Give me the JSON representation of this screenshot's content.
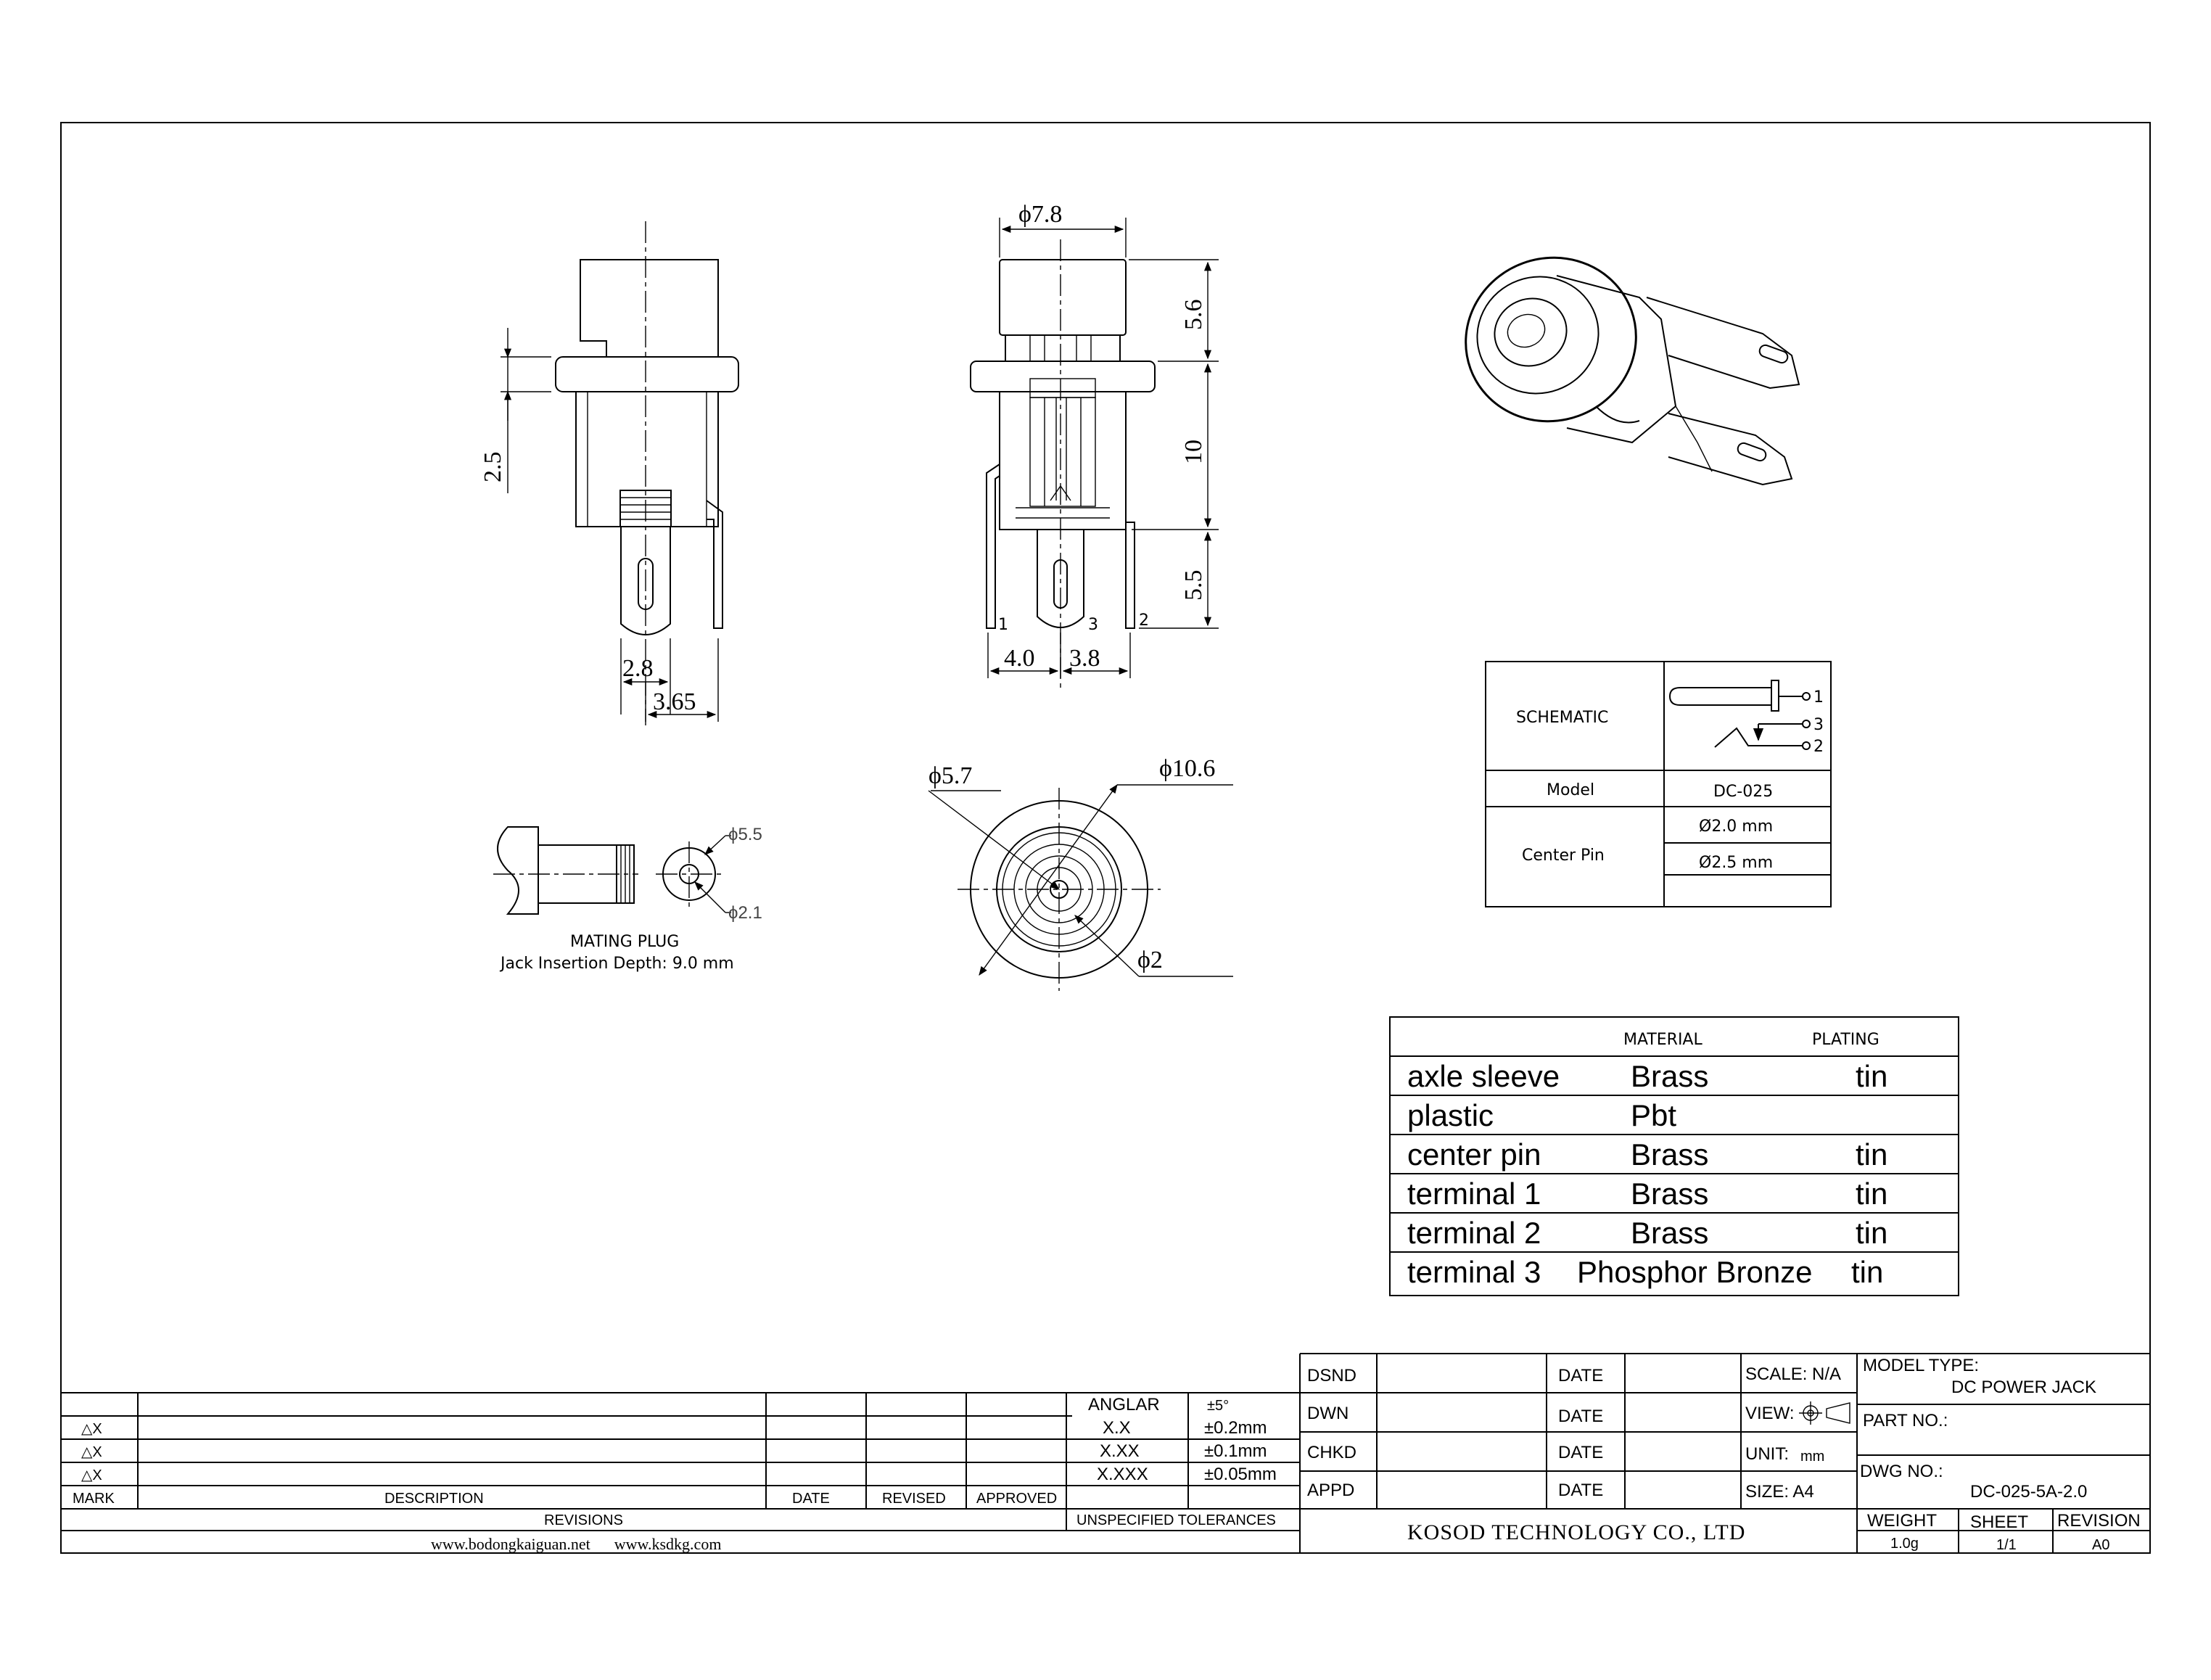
{
  "views": {
    "side": {
      "dim_flange": "2.5",
      "dim_pin_width": "2.8",
      "dim_pin_offset": "3.65"
    },
    "front": {
      "dim_diameter": "ϕ7.8",
      "dim_top": "5.6",
      "dim_body": "10",
      "dim_pins": "5.5",
      "dim_left_spacing": "4.0",
      "dim_right_spacing": "3.8",
      "pin_labels": [
        "1",
        "3",
        "2"
      ]
    },
    "bottom": {
      "dim_inner": "ϕ5.7",
      "dim_outer": "ϕ10.6",
      "dim_pin": "ϕ2"
    },
    "mating_plug": {
      "dim_outer": "ϕ5.5",
      "dim_inner": "ϕ2.1",
      "title": "MATING PLUG",
      "note": "Jack Insertion Depth: 9.0 mm"
    }
  },
  "schematic_table": {
    "schematic_label": "SCHEMATIC",
    "pin_numbers": [
      "1",
      "3",
      "2"
    ],
    "model_label": "Model",
    "model_value": "DC-025",
    "center_pin_label": "Center Pin",
    "center_pin_values": [
      "Ø2.0 mm",
      "Ø2.5 mm",
      ""
    ]
  },
  "material_table": {
    "headers": {
      "material": "MATERIAL",
      "plating": "PLATING"
    },
    "rows": [
      {
        "part": "axle sleeve",
        "material": "Brass",
        "plating": "tin"
      },
      {
        "part": "plastic",
        "material": "Pbt",
        "plating": ""
      },
      {
        "part": "center pin",
        "material": "Brass",
        "plating": "tin"
      },
      {
        "part": "terminal 1",
        "material": "Brass",
        "plating": "tin"
      },
      {
        "part": "terminal 2",
        "material": "Brass",
        "plating": "tin"
      },
      {
        "part": "terminal 3",
        "material": "Phosphor Bronze",
        "plating": "tin"
      }
    ]
  },
  "revision_block": {
    "marks": [
      "△X",
      "△X",
      "△X"
    ],
    "headers": {
      "mark": "MARK",
      "description": "DESCRIPTION",
      "date": "DATE",
      "revised": "REVISED",
      "approved": "APPROVED"
    },
    "revisions_label": "REVISIONS",
    "websites": "www.bodongkaiguan.net      www.ksdkg.com"
  },
  "tolerances": {
    "rows": [
      {
        "label": "ANGLAR",
        "value": "±5°"
      },
      {
        "label": "X.X",
        "value": "±0.2mm"
      },
      {
        "label": "X.XX",
        "value": "±0.1mm"
      },
      {
        "label": "X.XXX",
        "value": "±0.05mm"
      }
    ],
    "caption": "UNSPECIFIED TOLERANCES"
  },
  "title_block": {
    "roles": [
      "DSND",
      "DWN",
      "CHKD",
      "APPD"
    ],
    "date_label": "DATE",
    "scale": "SCALE: N/A",
    "view": "VIEW:",
    "unit_label": "UNIT:",
    "unit_value": "mm",
    "size": "SIZE: A4",
    "model_type_label": "MODEL TYPE:",
    "model_type_value": "DC POWER JACK",
    "part_no_label": "PART NO.:",
    "dwg_no_label": "DWG NO.:",
    "dwg_no_value": "DC-025-5A-2.0",
    "company": "KOSOD TECHNOLOGY CO., LTD",
    "weight_label": "WEIGHT",
    "weight_value": "1.0g",
    "sheet_label": "SHEET",
    "sheet_value": "1/1",
    "revision_label": "REVISION",
    "revision_value": "A0"
  }
}
